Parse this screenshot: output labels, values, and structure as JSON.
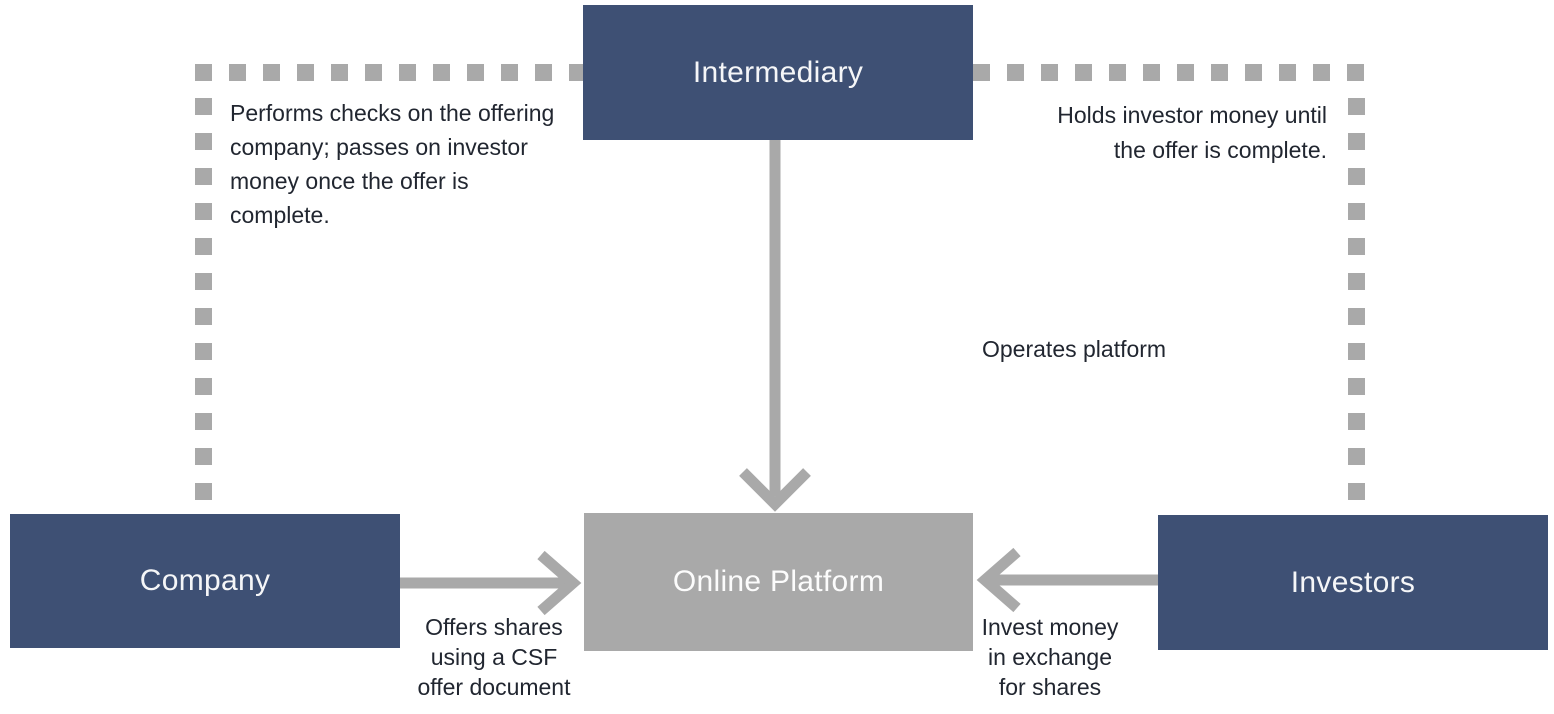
{
  "diagram": {
    "nodes": {
      "intermediary": {
        "label": "Intermediary"
      },
      "company": {
        "label": "Company"
      },
      "investors": {
        "label": "Investors"
      },
      "online_platform": {
        "label": "Online Platform"
      }
    },
    "annotations": {
      "intermediary_company_role": "Performs checks on the offering\ncompany; passes on investor\nmoney once the offer is\ncomplete.",
      "intermediary_investors_role": "Holds investor money until\nthe offer is complete.",
      "intermediary_platform_role": "Operates platform",
      "company_platform_role": "Offers shares\nusing a CSF\noffer document",
      "investors_platform_role": "Invest money\nin exchange\nfor shares"
    },
    "connectors": [
      {
        "from": "Intermediary",
        "to": "Online Platform",
        "style": "solid-arrow"
      },
      {
        "from": "Company",
        "to": "Online Platform",
        "style": "solid-arrow"
      },
      {
        "from": "Investors",
        "to": "Online Platform",
        "style": "solid-arrow"
      },
      {
        "from": "Intermediary",
        "to": "Company",
        "style": "dashed-square"
      },
      {
        "from": "Intermediary",
        "to": "Investors",
        "style": "dashed-square"
      }
    ],
    "colors": {
      "entity_box_fill": "#3e5074",
      "platform_box_fill": "#a9a9a9",
      "connector_gray": "#a9a9a9",
      "annotation_text": "#212630",
      "box_label_text": "#f5f6f8"
    }
  }
}
